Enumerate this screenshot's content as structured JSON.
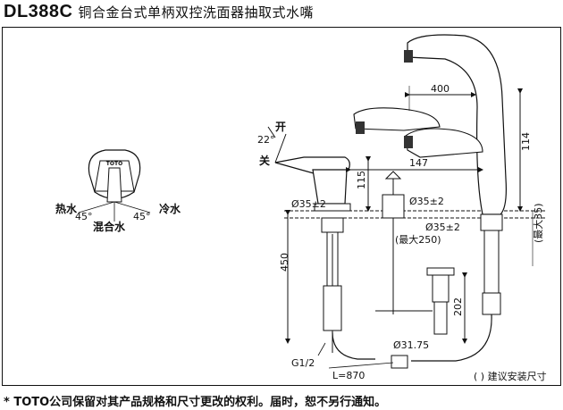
{
  "title": {
    "model": "DL388C",
    "description": "铜合金台式单柄双控洗面器抽取式水嘴"
  },
  "handle_diagram": {
    "brand": "TOTO",
    "hot_label": "热水",
    "cold_label": "冷水",
    "mixed_label": "混合水",
    "angle_left": "45°",
    "angle_right": "45°"
  },
  "side_view": {
    "open_label": "开",
    "close_label": "关",
    "tilt_angle": "22°",
    "dim_400": "400",
    "dim_114": "114",
    "dim_147": "147",
    "dim_115": "115",
    "dim_450": "450",
    "dim_max250": "(最大250)",
    "dim_max35": "(最大35)",
    "dim_202": "202",
    "hole_left": "Ø35±2",
    "hole_mid": "Ø35±2",
    "hole_right": "Ø35±2",
    "drain_dia": "Ø31.75",
    "thread": "G1/2",
    "hose_length": "L=870",
    "note": "( ) 建议安装尺寸"
  },
  "footnote": "* TOTO公司保留对其产品规格和尺寸更改的权利。届时，恕不另行通知。"
}
